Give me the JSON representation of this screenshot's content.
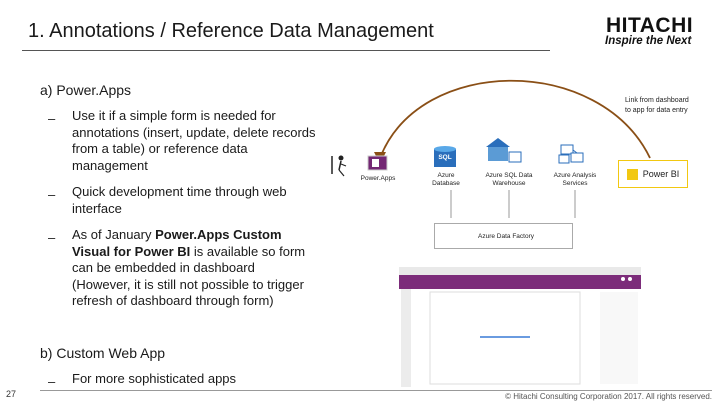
{
  "slide": {
    "title": "1. Annotations / Reference Data Management",
    "logo": {
      "name": "HITACHI",
      "tagline": "Inspire the Next"
    },
    "section_a": {
      "heading": "a)  Power.Apps",
      "bullets": [
        {
          "dash": "–",
          "text": "Use it if a simple form is needed for annotations (insert, update, delete records from a table) or reference data management"
        },
        {
          "dash": "–",
          "text": "Quick development time through web interface"
        },
        {
          "dash": "–",
          "rich": true,
          "pre": "As of January ",
          "bold": "Power.Apps Custom Visual for Power BI",
          "post": " is available so form can be embedded in dashboard (However, it is still not possible to trigger refresh of dashboard through form)"
        }
      ]
    },
    "section_b": {
      "heading": "b)  Custom Web App",
      "bullets": [
        {
          "dash": "–",
          "text": "For more sophisticated apps"
        }
      ]
    },
    "diagram": {
      "arc_note": "Link from dashboard to app for data entry",
      "nodes": {
        "powerapps": "Power.Apps",
        "azure_db": "Azure Database",
        "azure_dw": "Azure SQL Data Warehouse",
        "analysis": "Azure Analysis Services",
        "powerbi": "Power BI",
        "adf": "Azure Data Factory",
        "sql_badge": "SQL"
      }
    },
    "footer": {
      "page_number": "27",
      "copyright": "© Hitachi Consulting Corporation 2017. All rights reserved."
    },
    "colors": {
      "accent_red": "#cc1f1f",
      "powerapps_purple": "#742774",
      "azure_blue": "#2a6ebb",
      "powerbi_yellow": "#f2c811"
    }
  }
}
